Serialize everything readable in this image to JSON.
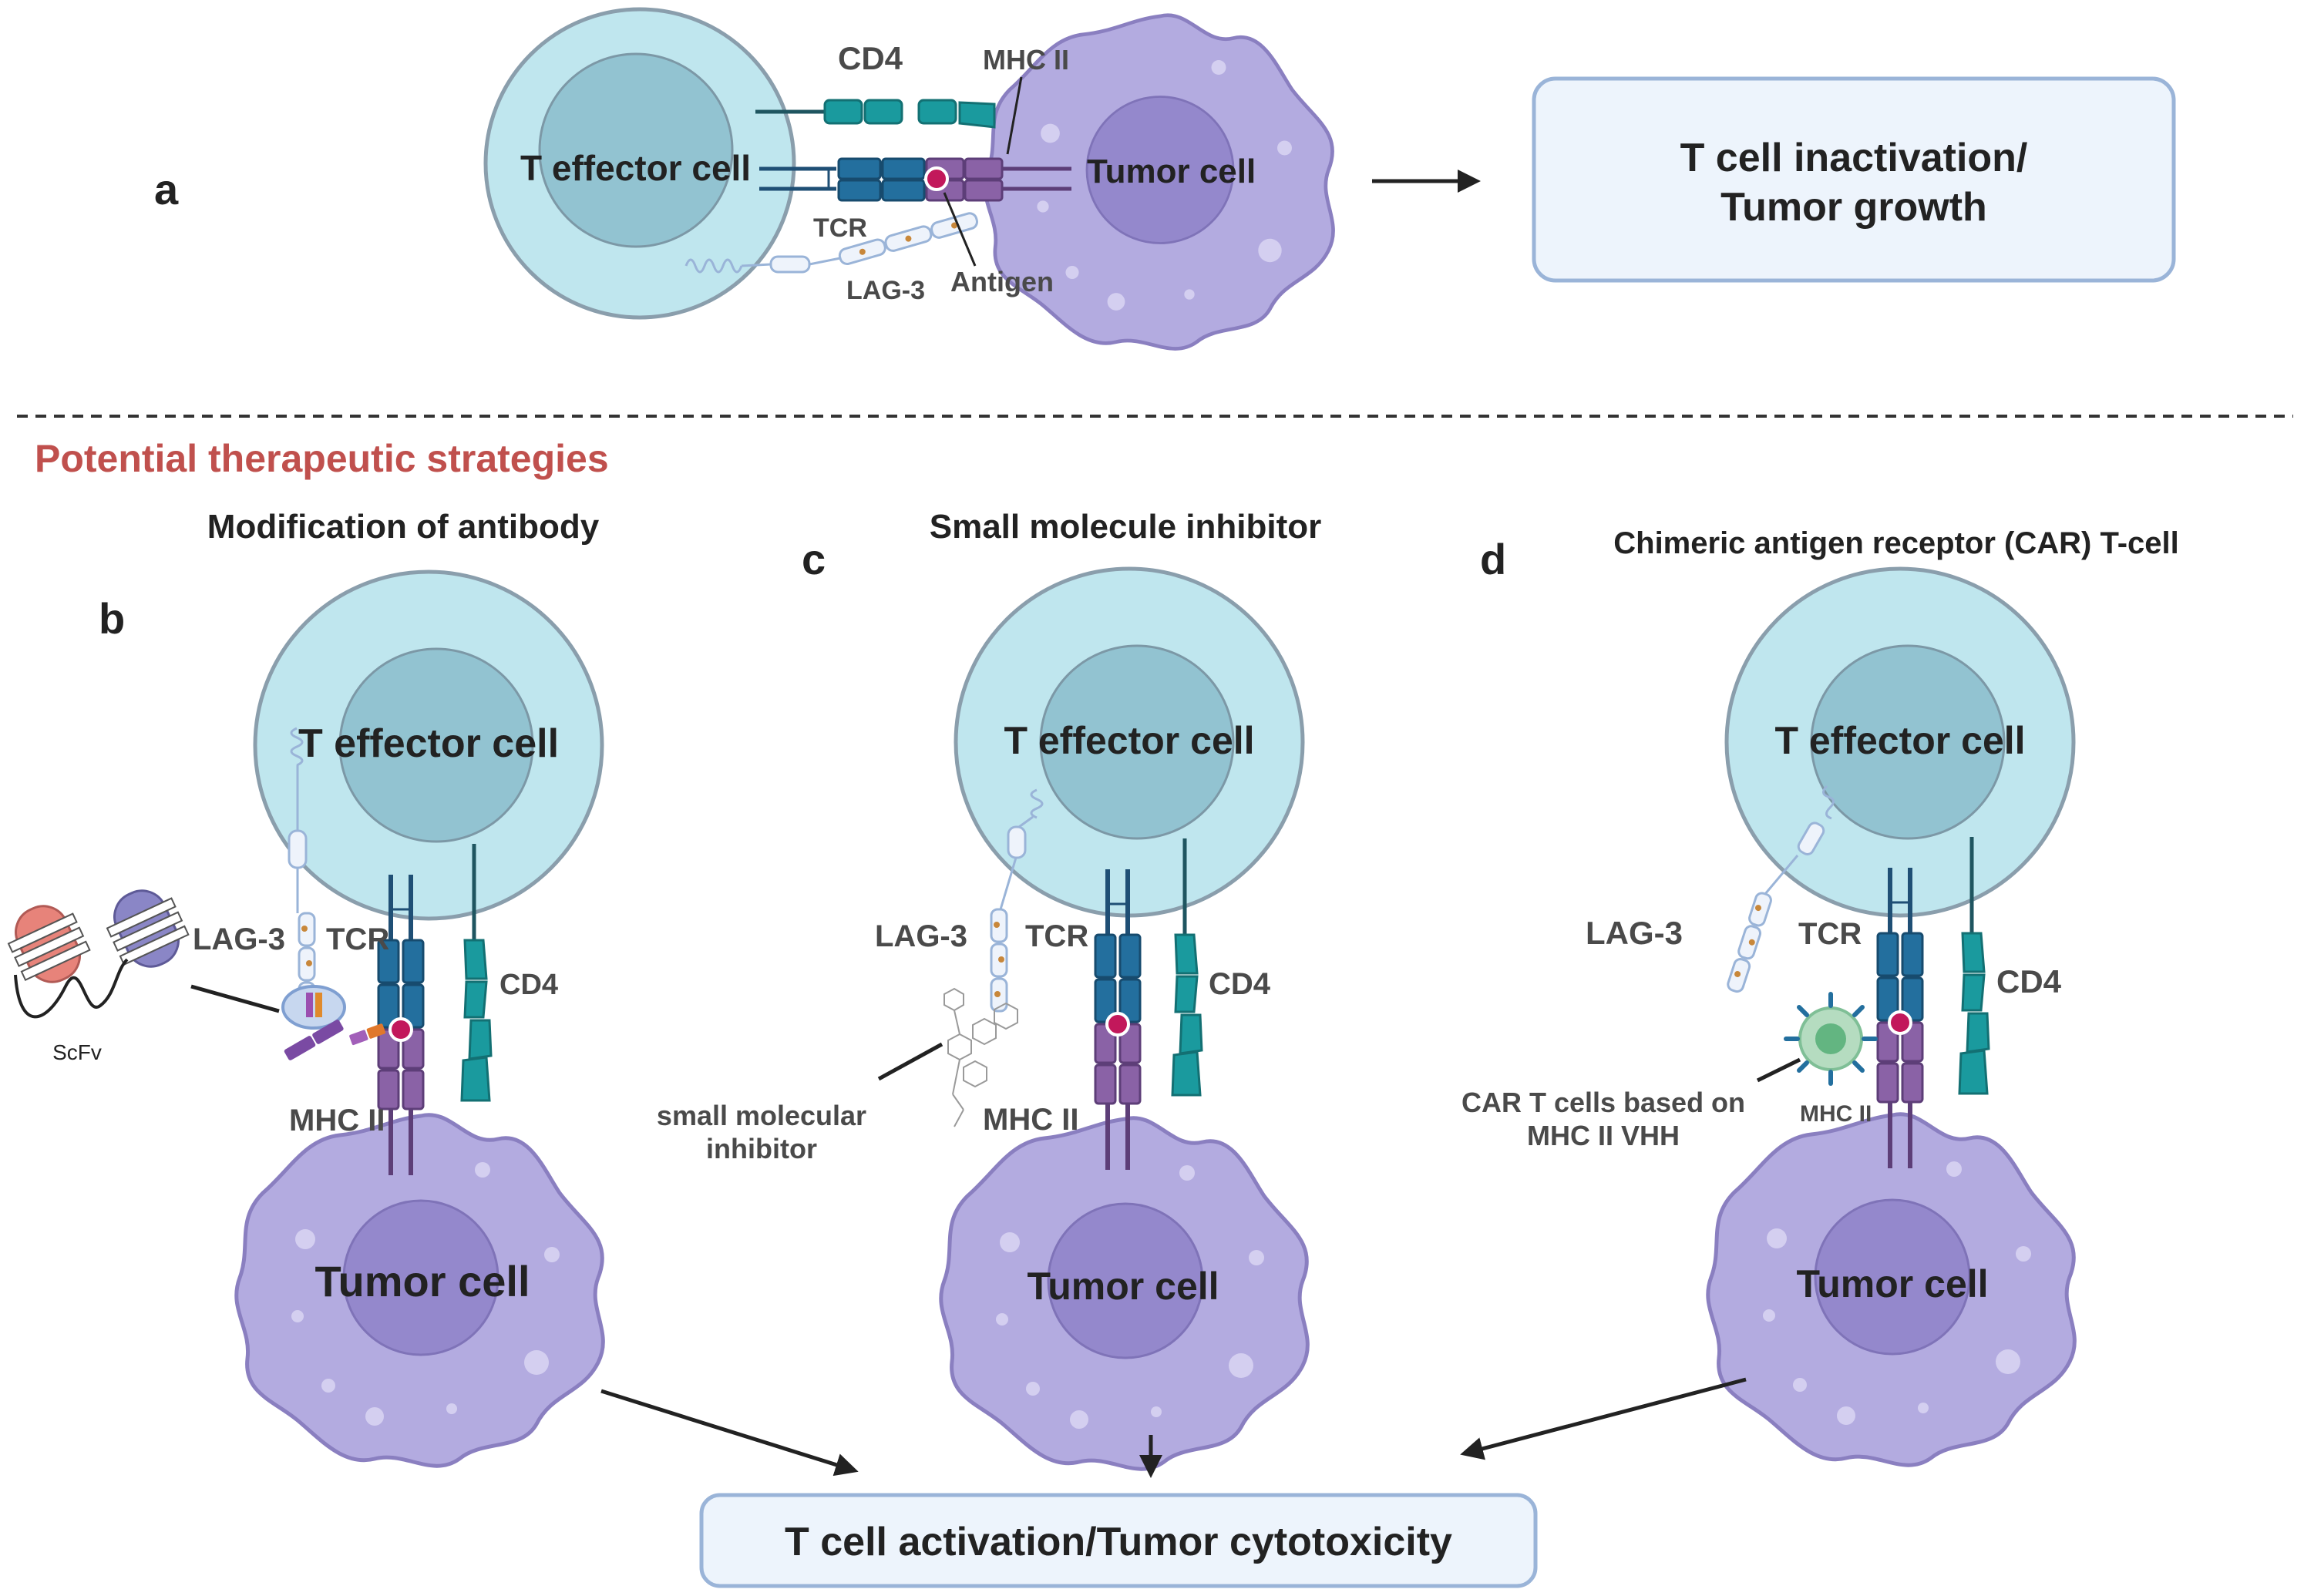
{
  "panel_a": {
    "letter": "a",
    "t_cell_label": "T effector cell",
    "tumor_label": "Tumor cell",
    "cd4_label": "CD4",
    "mhc_label": "MHC II",
    "tcr_label": "TCR",
    "lag3_label": "LAG-3",
    "antigen_label": "Antigen",
    "outcome_line1": "T cell inactivation/",
    "outcome_line2": "Tumor growth"
  },
  "section_heading": "Potential therapeutic strategies",
  "panel_b": {
    "letter": "b",
    "title": "Modification of antibody",
    "t_cell_label": "T effector cell",
    "tumor_label": "Tumor cell",
    "lag3_label": "LAG-3",
    "tcr_label": "TCR",
    "cd4_label": "CD4",
    "mhc_label": "MHC II",
    "scfv_label": "ScFv"
  },
  "panel_c": {
    "letter": "c",
    "title": "Small molecule inhibitor",
    "t_cell_label": "T effector cell",
    "tumor_label": "Tumor cell",
    "lag3_label": "LAG-3",
    "tcr_label": "TCR",
    "cd4_label": "CD4",
    "mhc_label": "MHC II",
    "inhibitor_line1": "small molecular",
    "inhibitor_line2": "inhibitor"
  },
  "panel_d": {
    "letter": "d",
    "title": "Chimeric antigen receptor (CAR) T-cell",
    "t_cell_label": "T effector cell",
    "tumor_label": "Tumor cell",
    "lag3_label": "LAG-3",
    "tcr_label": "TCR",
    "cd4_label": "CD4",
    "mhc_label": "MHC II",
    "car_line1": "CAR T cells based on",
    "car_line2": "MHC II VHH"
  },
  "final_outcome": "T cell activation/Tumor cytotoxicity",
  "colors": {
    "t_cell_outer": "#bfe6ee",
    "t_cell_nucleus": "#92c3d1",
    "cell_border": "#8a9eac",
    "tumor_body": "#b3abe0",
    "tumor_nucleus": "#9488cc",
    "tumor_border": "#8a7fc0",
    "tcr_blue": "#236f9e",
    "cd4_teal": "#1a9a9e",
    "mhc_purple": "#8a62a6",
    "antigen_red": "#c2185b",
    "outcome_fill": "#edf4fc",
    "outcome_border": "#9ab4d8",
    "heading_red": "#c0504d"
  }
}
